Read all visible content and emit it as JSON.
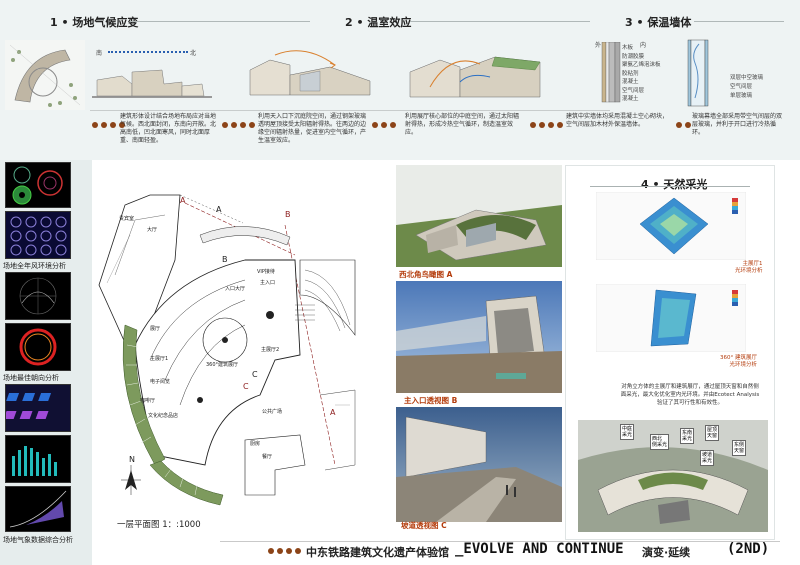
{
  "top": {
    "sections": [
      {
        "title": "1 • 场地气候应变",
        "caption": "建筑形体设计结合场地布局应对当地气候。西北面封闭，东南向开敞。北高南低，凹北面寒风，同时北面厚重、南面轻盈。"
      },
      {
        "title": "2 • 温室效应",
        "caption": "利用天入口下沉庭院空间，通过钢架玻璃透明屋顶接受太阳辐射得热。往两边的边缘空间辐射热量，促进室内空气循环，产生温室效应。"
      },
      {
        "title": "",
        "caption": "利用展厅核心部位的中庭空间，通过太阳辐射得热，形成冷热空气循环，制造温室效应。"
      },
      {
        "title": "3 • 保温墙体",
        "caption": "建筑中实墙体均采用混凝土空心砌块，空气间层加木材外保温墙体。"
      },
      {
        "title": "",
        "caption": "玻璃幕墙全部采用带空气间层的双层玻璃，并利于开口进行冷热循环。"
      }
    ],
    "compass": {
      "south": "南",
      "north": "北"
    },
    "wall_layers": [
      "木板",
      "防潮胶膜",
      "聚氨乙烯泡沫板",
      "胶粘剂",
      "混凝土",
      "空气间层",
      "混凝土"
    ],
    "wall_out": "外",
    "wall_in": "内",
    "glass_layers": [
      "双层中空玻璃",
      "空气间层",
      "单层玻璃"
    ]
  },
  "sidebar": {
    "labels": [
      "场地全年风环境分析",
      "场地最佳朝向分析",
      "场地气象数据综合分析"
    ]
  },
  "plan": {
    "title": "一层平面图 1：:1000",
    "section_marks": [
      "A",
      "A",
      "B",
      "B",
      "C",
      "C",
      "A"
    ],
    "north": "N",
    "rooms": [
      "贵宾室",
      "大厅",
      "展厅",
      "主展厅1",
      "主展厅2",
      "360°建筑展厅",
      "入口大厅",
      "公共广场",
      "厨房",
      "餐厅",
      "咖啡厅",
      "文化纪念品店",
      "电子阅览",
      "VIP接待",
      "主入口"
    ]
  },
  "photos": [
    {
      "caption": "西北角鸟瞰图 A"
    },
    {
      "caption": "主入口透视图 B"
    },
    {
      "caption": "坡道透视图 C"
    }
  ],
  "right": {
    "title": "4 • 天然采光",
    "label1": "主展厅1\n光环境分析",
    "label2": "360° 建筑展厅\n光环境分析",
    "caption": "对角立方体的主展厅和建筑展厅，通过屋顶天窗和自然侧面采光，最大化优化室内光环境。并由Ecotect Analysis 验证了其可行性和有效性。",
    "tags": [
      "中庭\n采光",
      "西北\n侧采光",
      "东南\n采光",
      "屋顶\n天窗",
      "东侧\n天窗",
      "坡道\n采光"
    ]
  },
  "bottom": {
    "title_cn": "中东铁路建筑文化遗产体验馆",
    "title_en": "_EVOLVE AND CONTINUE",
    "title_cn2": "演变·延续",
    "title_tag": "(2ND)"
  },
  "colors": {
    "accent": "#8c4418",
    "title_red": "#b43c0c",
    "band": "#eef3f3"
  }
}
